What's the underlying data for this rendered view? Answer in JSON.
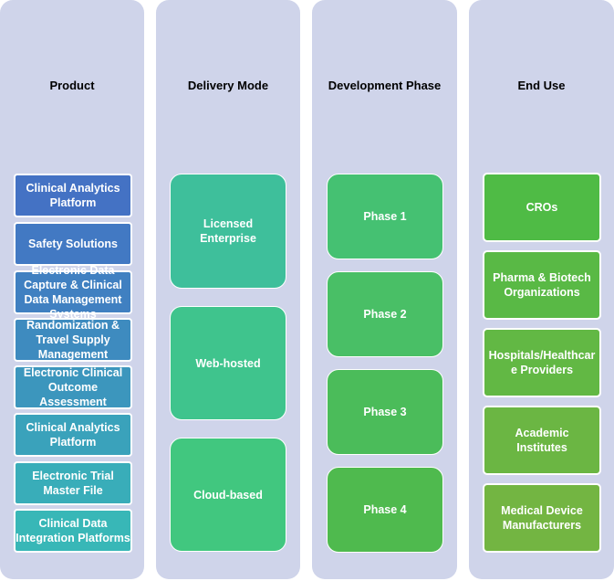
{
  "columns": [
    {
      "title": "Product",
      "items": [
        "Clinical Analytics Platform",
        "Safety Solutions",
        "Electronic Data Capture & Clinical Data Management Systems",
        "Randomization & Travel Supply Management",
        "Electronic Clinical Outcome Assessment",
        "Clinical Analytics Platform",
        "Electronic Trial Master File",
        "Clinical Data Integration Platforms"
      ]
    },
    {
      "title": "Delivery Mode",
      "items": [
        "Licensed Enterprise",
        "Web-hosted",
        "Cloud-based"
      ]
    },
    {
      "title": "Development Phase",
      "items": [
        "Phase 1",
        "Phase 2",
        "Phase 3",
        "Phase 4"
      ]
    },
    {
      "title": "End Use",
      "items": [
        "CROs",
        "Pharma & Biotech Organizations",
        "Hospitals/Healthcare Providers",
        "Academic Institutes",
        "Medical Device Manufacturers"
      ]
    }
  ],
  "colors": {
    "column_bg": "#cfd4ea",
    "product": [
      "#4472c4",
      "#4279c3",
      "#4080c1",
      "#3e8bbf",
      "#3c96bd",
      "#3aa2bb",
      "#39adb9",
      "#38b7b7"
    ],
    "delivery": [
      "#3ebf9b",
      "#3fc48d",
      "#41c77f"
    ],
    "phase": [
      "#45c172",
      "#49bf66",
      "#4bbc5a",
      "#4fba4e"
    ],
    "end_use": [
      "#4fbb45",
      "#59b945",
      "#62b844",
      "#6bb643",
      "#73b542"
    ]
  }
}
